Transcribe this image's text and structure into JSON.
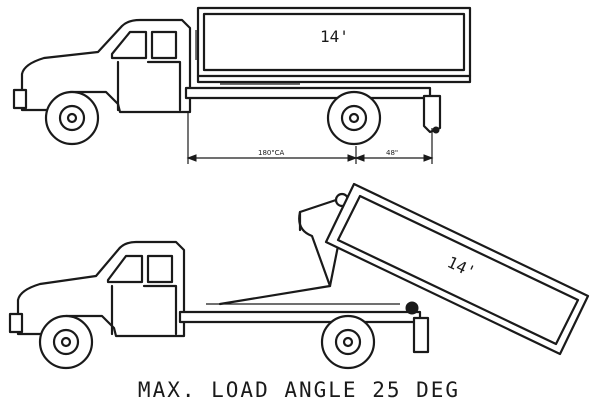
{
  "top_view": {
    "container_length_label": "14'",
    "dimension_left_label": "180\"CA",
    "dimension_right_label": "48\""
  },
  "bottom_view": {
    "container_length_label": "14'"
  },
  "caption": "MAX. LOAD ANGLE 25 DEG"
}
